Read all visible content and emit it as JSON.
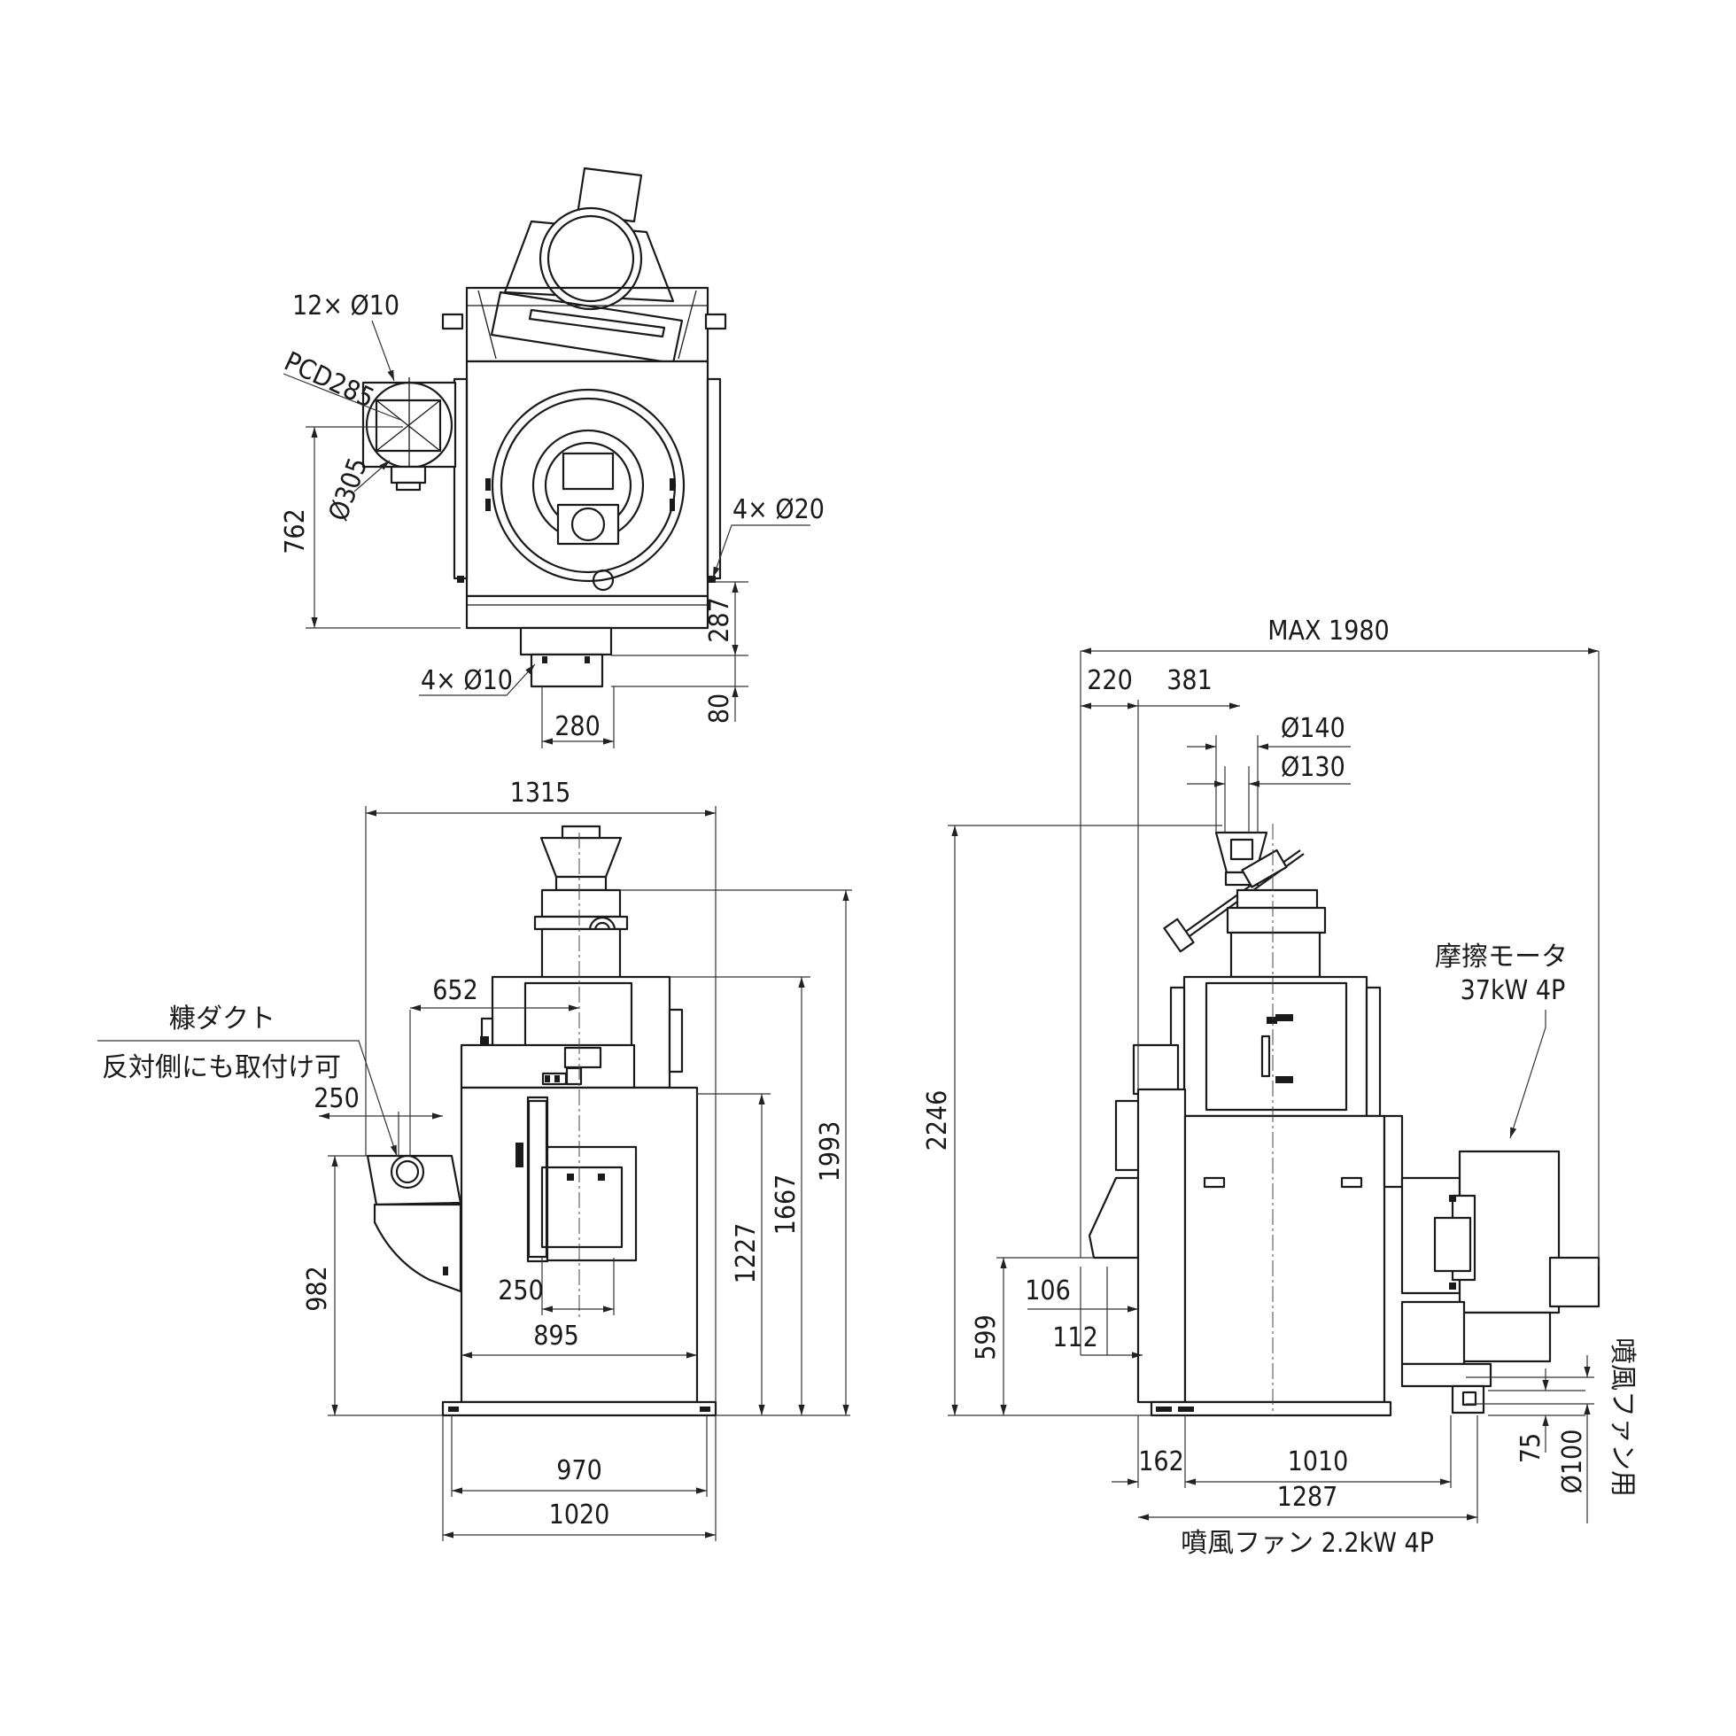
{
  "labels": {
    "holes_12": "12× Ø10",
    "pcd": "PCD285",
    "dia305": "Ø305",
    "h762": "762",
    "holes_4_20": "4× Ø20",
    "h287": "287",
    "holes_4_10": "4× Ø10",
    "h80": "80",
    "w280": "280",
    "w1315": "1315",
    "w652": "652",
    "duct_title": "糠ダクト",
    "duct_note": "反対側にも取付け可",
    "w250a": "250",
    "h982": "982",
    "w250b": "250",
    "w895": "895",
    "h1227": "1227",
    "h1667": "1667",
    "h1993": "1993",
    "w970": "970",
    "w1020": "1020",
    "max1980": "MAX 1980",
    "w220": "220",
    "w381": "381",
    "d140": "Ø140",
    "d130": "Ø130",
    "h2246": "2246",
    "motor_name": "摩擦モータ",
    "motor_spec": "37kW 4P",
    "h599": "599",
    "w106": "106",
    "w112": "112",
    "w162": "162",
    "w1010": "1010",
    "w1287": "1287",
    "fan_spec": "噴風ファン 2.2kW 4P",
    "h75": "75",
    "d100": "Ø100",
    "fan_use": "噴風ファン用"
  }
}
